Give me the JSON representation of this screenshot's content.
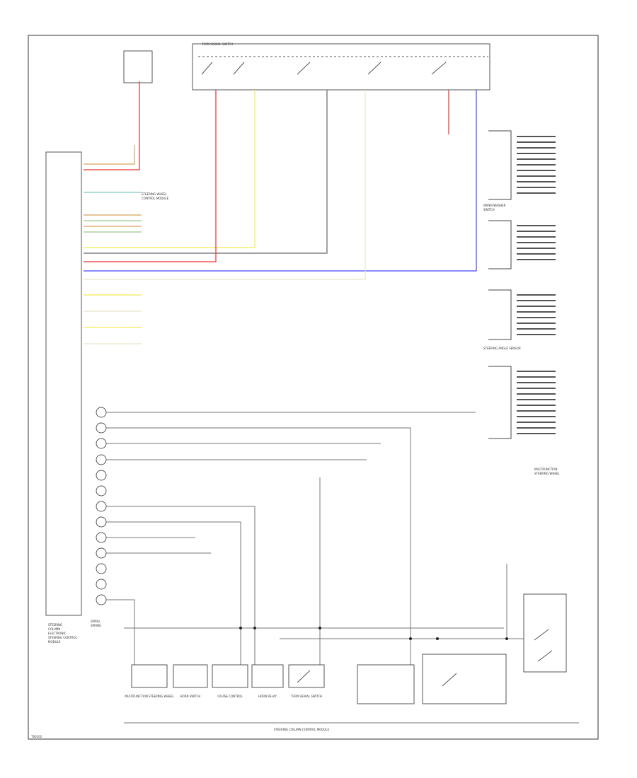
{
  "diagram": {
    "footer_code": "TS0102",
    "module_caption": "STEERING COLUMN CONTROL MODULE",
    "left_module_caption": [
      "STEERING",
      "COLUMN",
      "ELECTRONIC",
      "STEERING CONTROL",
      "MODULE"
    ],
    "sensor_caption": [
      "SPIRAL",
      "SPRING"
    ],
    "switch_block_title": "TURN SIGNAL SWITCH",
    "right_captions": [
      "WIPER/WASHER",
      "SWITCH",
      "STEERING ANGLE SENSOR",
      "MULTIFUNCTION",
      "STEERING WHEEL"
    ],
    "harness_labels": [
      "STEERING WHEEL",
      "CONTROL MODULE"
    ],
    "bottom_components": [
      "MULTIFUNCTION STEERING WHEEL",
      "HORN SWITCH",
      "CRUISE CONTROL",
      "HORN RELAY",
      "TURN SIGNAL SWITCH"
    ],
    "colors": {
      "red": "#e83030",
      "yellow": "#f2ea55",
      "blue": "#4444ff",
      "gray": "#666666",
      "green": "#9cc88f",
      "orange": "#d5a35c",
      "cyan": "#7fc9c0"
    }
  }
}
